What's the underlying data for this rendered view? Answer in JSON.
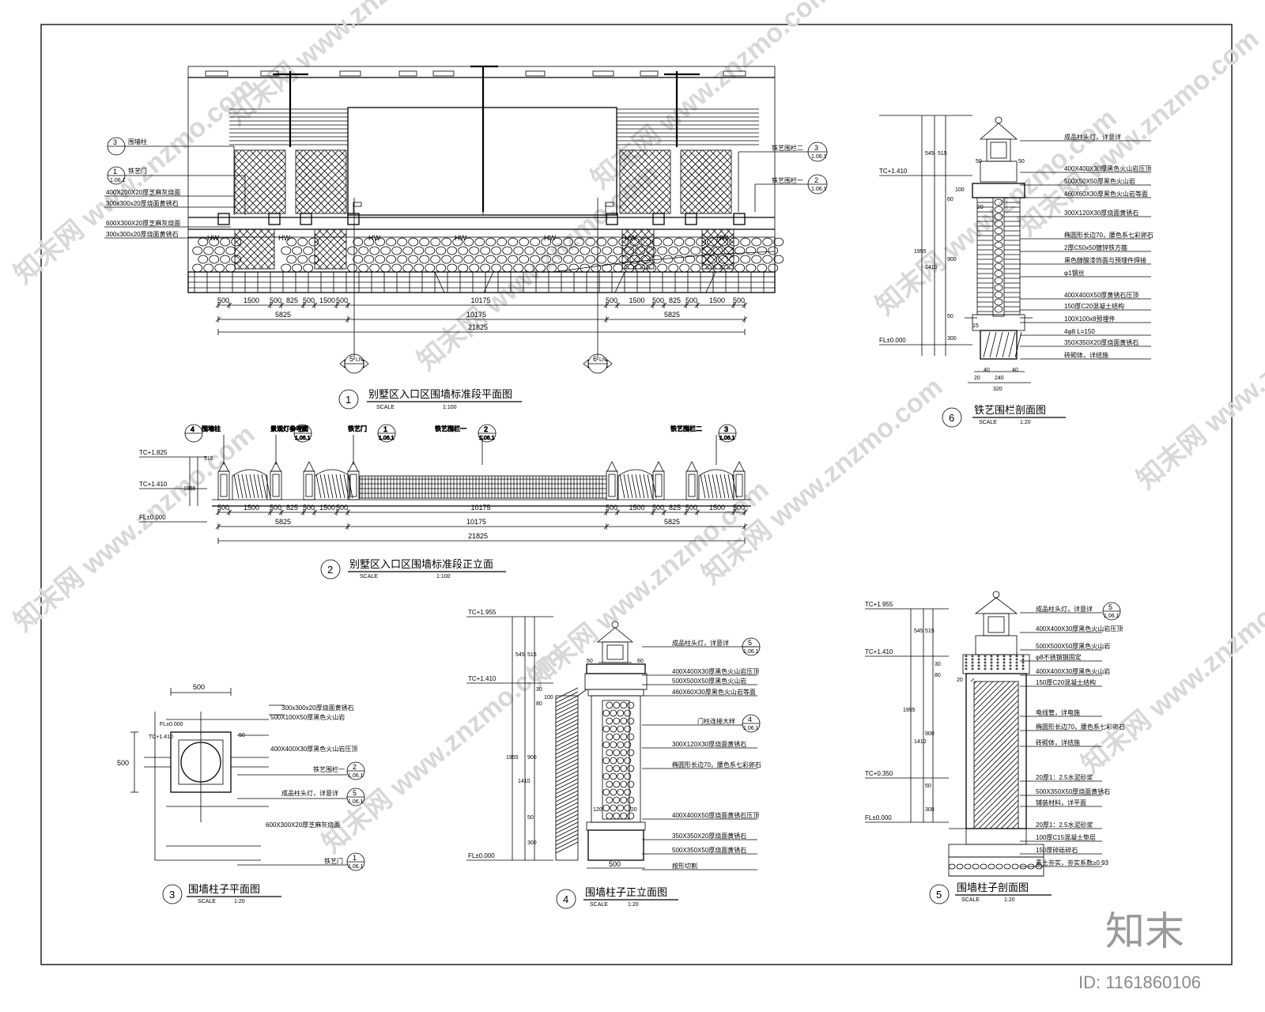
{
  "plan": {
    "title": "别墅区入口区围墙标准段平面图",
    "num": "1",
    "scale_label": "SCALE",
    "scale": "1:100",
    "callouts": [
      {
        "label": "围墙柱",
        "ref_top": "3",
        "ref_bot": "1.06.1"
      },
      {
        "label": "铁艺门",
        "ref_top": "1",
        "ref_bot": "1.06.1"
      },
      {
        "label": "铁艺围栏二",
        "ref_top": "3",
        "ref_bot": "1.06.1"
      },
      {
        "label": "铁艺围栏一",
        "ref_top": "2",
        "ref_bot": "1.06.1"
      }
    ],
    "materials": [
      "400X200X20厚芝麻灰烧面",
      "300x300x20厚烧面黄锈石",
      "600X300X20厚芝麻灰烧面",
      "300x300x20厚烧面黄锈石"
    ],
    "hw": [
      "HW",
      "HW",
      "HW",
      "HW",
      "HW",
      "HW",
      "HW",
      "HW"
    ],
    "dims_row": [
      "500",
      "1500",
      "500",
      "825",
      "500",
      "1500",
      "500",
      "10175",
      "500",
      "1500",
      "500",
      "825",
      "500",
      "1500",
      "500"
    ],
    "dims_mid": [
      "5825",
      "10175",
      "5825"
    ],
    "dims_total": "21825",
    "section_refs": [
      {
        "top": "5",
        "bot": "LN"
      },
      {
        "top": "6",
        "bot": "LN"
      }
    ]
  },
  "elev": {
    "title": "别墅区入口区围墙标准段正立面",
    "num": "2",
    "scale_label": "SCALE",
    "scale": "1:100",
    "callouts": [
      {
        "label": "围墙柱",
        "ref_top": "4",
        "ref_bot": ""
      },
      {
        "label": "景观灯参考图",
        "ref_top": "5",
        "ref_bot": "1.06.1"
      },
      {
        "label": "铁艺门",
        "ref_top": "1",
        "ref_bot": "1.06.1"
      },
      {
        "label": "铁艺围栏一",
        "ref_top": "2",
        "ref_bot": "1.06.1"
      },
      {
        "label": "铁艺围栏二",
        "ref_top": "3",
        "ref_bot": "1.06.1"
      }
    ],
    "levels": [
      "TC+1.825",
      "TC+1.410",
      "FL±0.000"
    ],
    "vdims": [
      "515",
      "1955"
    ],
    "dims_row": [
      "500",
      "1500",
      "500",
      "825",
      "500",
      "1500",
      "500",
      "10175",
      "500",
      "1500",
      "500",
      "825",
      "500",
      "1500",
      "500"
    ],
    "dims_mid": [
      "5825",
      "10175",
      "5825"
    ],
    "dims_total": "21825"
  },
  "colplan": {
    "title": "围墙柱子平面图",
    "num": "3",
    "scale_label": "SCALE",
    "scale": "1:20",
    "dim_top": "500",
    "dim_side": "500",
    "dim_small": "50",
    "levels": [
      "FL±0.000",
      "TC+1.410"
    ],
    "notes": [
      "300x300x20厚烧面黄锈石",
      "500X100X50厚黑色火山岩",
      "400X400X30厚黑色火山岩压顶",
      "铁艺围栏一",
      "成品柱头灯，详意详",
      "600X300X20厚芝麻灰烧面",
      "铁艺门"
    ],
    "refs": [
      {
        "top": "2",
        "bot": "1.06.1"
      },
      {
        "top": "5",
        "bot": "1.06.1"
      },
      {
        "top": "1",
        "bot": "1.06.1"
      }
    ]
  },
  "colelev": {
    "title": "围墙柱子正立面图",
    "num": "4",
    "scale_label": "SCALE",
    "scale": "1:20",
    "levels": [
      "TC+1.955",
      "TC+1.410",
      "FL±0.000"
    ],
    "vdims": [
      "545",
      "515",
      "30",
      "80",
      "100",
      "1955",
      "1410",
      "900",
      "50",
      "300"
    ],
    "hdims": [
      "50",
      "60",
      "120",
      "120",
      "500"
    ],
    "notes": [
      "成品柱头灯，详意详",
      "400X400X30厚黑色火山岩压顶",
      "500X500X50厚黑色火山岩",
      "460X60X30厚黑色火山岩等面",
      "门柱连接大样",
      "300X120X30厚烧面黄锈石",
      "椭圆形长边70，腰色系七彩卵石",
      "400X400X50厚烧面黄锈石压顶",
      "350X350X20厚烧面黄锈石",
      "500X350X50厚烧面黄锈石",
      "按形切割"
    ],
    "refs": [
      {
        "top": "5",
        "bot": "1.06.1"
      },
      {
        "top": "4",
        "bot": "1.06.1"
      }
    ]
  },
  "colsect": {
    "title": "围墙柱子剖面图",
    "num": "5",
    "scale_label": "SCALE",
    "scale": "1:20",
    "levels": [
      "TC+1.955",
      "TC+1.410",
      "TC+0.350",
      "FL±0.000"
    ],
    "vdims": [
      "545",
      "515",
      "30",
      "80",
      "1955",
      "1410",
      "900",
      "50",
      "300",
      "20"
    ],
    "notes": [
      "成品柱头灯，详意详",
      "400X400X30厚黑色火山岩压顶",
      "500X500X50厚黑色火山岩",
      "φ8不锈钢钢固定",
      "400X400X30厚黑色火山岩",
      "150厚C20混凝土结构",
      "电线管，详电施",
      "椭圆形长边70，腰色系七彩卵石",
      "砖砌体，详结施",
      "20厚1：2.5水泥砂浆",
      "500X350X50厚烧面黄锈石",
      "铺装材料，详平面",
      "20厚1：2.5水泥砂浆",
      "100厚C15混凝土垫层",
      "150厚碎砾碎石",
      "素土夯实，夯实系数≥0.93"
    ],
    "refs": [
      {
        "top": "5",
        "bot": "1.06.1"
      }
    ]
  },
  "railsect": {
    "title": "铁艺围栏剖面图",
    "num": "6",
    "scale_label": "SCALE",
    "scale": "1:20",
    "levels": [
      "TC+1.410",
      "FL±0.000"
    ],
    "vdims": [
      "545",
      "515",
      "1955",
      "60",
      "100",
      "1410",
      "900",
      "50",
      "300",
      "15"
    ],
    "hdims": [
      "50",
      "50",
      "20",
      "20",
      "40",
      "240",
      "40",
      "320"
    ],
    "notes": [
      "成品柱头灯，详意详",
      "400X400X30厚黑色火山岩压顶",
      "500X50X50厚黑色火山岩",
      "460X60X30厚黑色火山岩等面",
      "300X120X30厚烧面黄锈石",
      "椭圆形长边70，腰色系七彩卵石",
      "2厚C50x50镀锌铁方箍",
      "黑色醇酸漆饰面与预埋件焊接",
      "φ1钢丝",
      "400X400X50厚黄锈石压顶",
      "150厚C20混凝土结构",
      "100X100x8预埋件",
      "4φ8 L=150",
      "350X350X20厚烧面黄锈石",
      "砖砌体，详结施"
    ]
  },
  "watermark": {
    "text": "知末网 www.znzmo.com",
    "brand": "知末",
    "id": "ID: 1161860106"
  }
}
